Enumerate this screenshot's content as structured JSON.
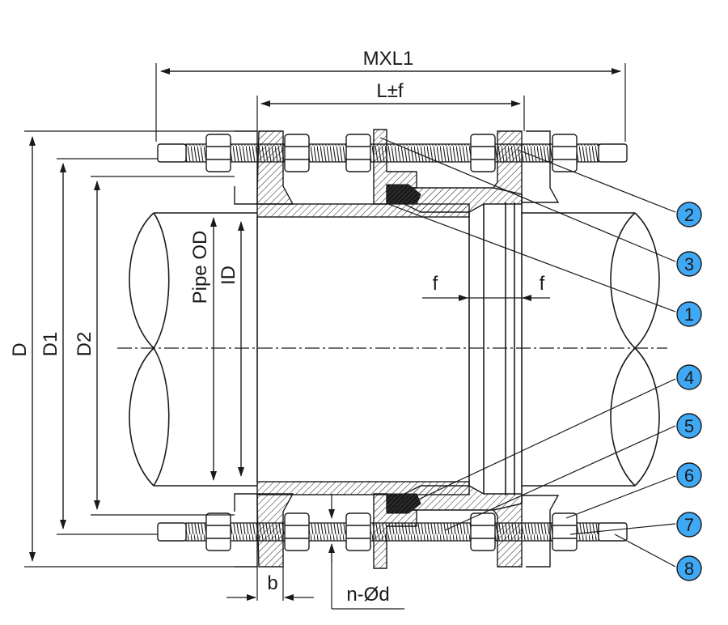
{
  "dimensions": {
    "overall_length": "MXL1",
    "body_length": "L±f",
    "flange_outer_diameter": "D",
    "bolt_circle_diameter": "D1",
    "raised_face_diameter": "D2",
    "pipe_outer_diameter": "Pipe OD",
    "inner_diameter": "ID",
    "gap_left": "f",
    "gap_right": "f",
    "flange_thickness": "b",
    "bolt_holes": "n-Ød"
  },
  "callouts": [
    "1",
    "2",
    "3",
    "4",
    "5",
    "6",
    "7",
    "8"
  ],
  "colors": {
    "line": "#1a1a1a",
    "callout_fill": "#3fa9f5",
    "hatch": "#1a1a1a",
    "background": "#ffffff"
  },
  "icons": {
    "callout": "numbered-circle-icon",
    "arrow": "dimension-arrow-icon"
  }
}
